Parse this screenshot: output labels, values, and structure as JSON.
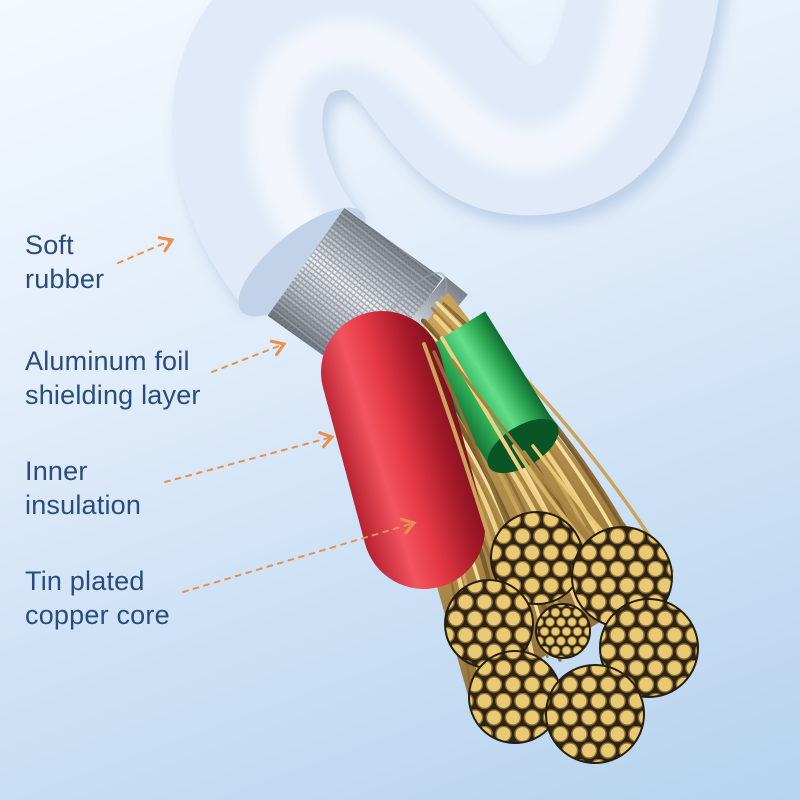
{
  "scene": {
    "labels": [
      {
        "lines": [
          "Soft",
          "rubber"
        ]
      },
      {
        "lines": [
          "Aluminum foil",
          "shielding layer"
        ]
      },
      {
        "lines": [
          "Inner",
          "insulation"
        ]
      },
      {
        "lines": [
          "Tin plated",
          "copper core"
        ]
      }
    ],
    "colors": {
      "label_text": "#2a4b7c",
      "leader_line": "#e8914f",
      "background_top": "#f4f9fe",
      "background_bottom": "#b7d3ee",
      "rubber_jacket": "#e0eaf8",
      "shield_silver": "#c3c9d1",
      "insulation_red": "#e63946",
      "insulation_green": "#35b95f",
      "copper_gold": "#e9ca74"
    }
  }
}
